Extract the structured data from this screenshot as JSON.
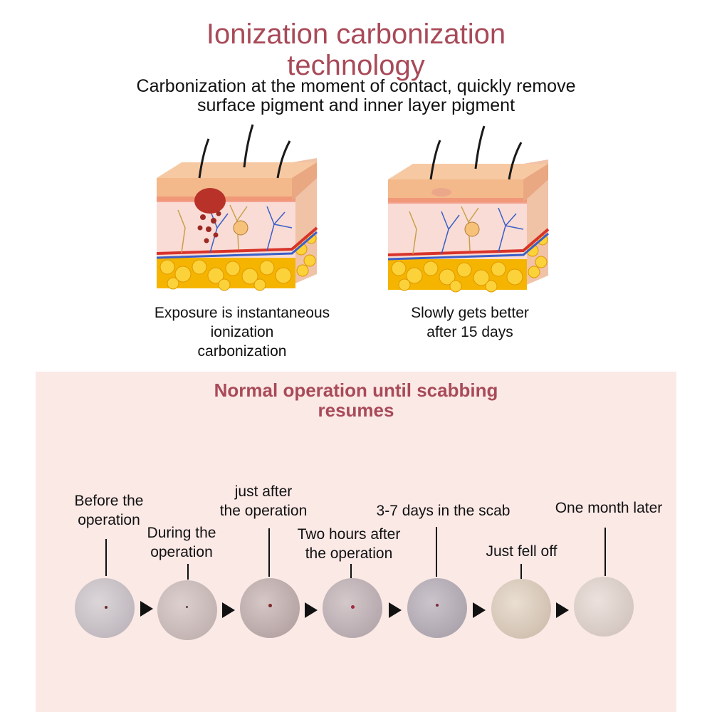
{
  "header": {
    "title_line1": "Ionization carbonization",
    "title_line2": "technology",
    "subtitle_line1": "Carbonization at the moment of contact, quickly remove",
    "subtitle_line2": "surface pigment and inner layer pigment"
  },
  "diagrams": [
    {
      "caption_lines": [
        "Exposure is instantaneous",
        "ionization",
        "carbonization"
      ]
    },
    {
      "caption_lines": [
        "Slowly gets better",
        "after 15 days"
      ]
    }
  ],
  "process": {
    "title_line1": "Normal operation until scabbing",
    "title_line2": "resumes",
    "steps": [
      {
        "lines": [
          "Before the",
          "operation"
        ]
      },
      {
        "lines": [
          "During the",
          "operation"
        ]
      },
      {
        "lines": [
          "just after",
          "the operation"
        ]
      },
      {
        "lines": [
          "Two hours after",
          "the operation"
        ]
      },
      {
        "lines": [
          "3-7 days in the scab"
        ]
      },
      {
        "lines": [
          "Just fell off"
        ]
      },
      {
        "lines": [
          "One month later"
        ]
      }
    ]
  },
  "colors": {
    "title": "#a84a58",
    "panel_bg": "#fbe9e6",
    "skin_top": "#f3b98a",
    "dermis": "#f9dcd5",
    "fat": "#f5b400",
    "pigment": "#b8322a"
  }
}
